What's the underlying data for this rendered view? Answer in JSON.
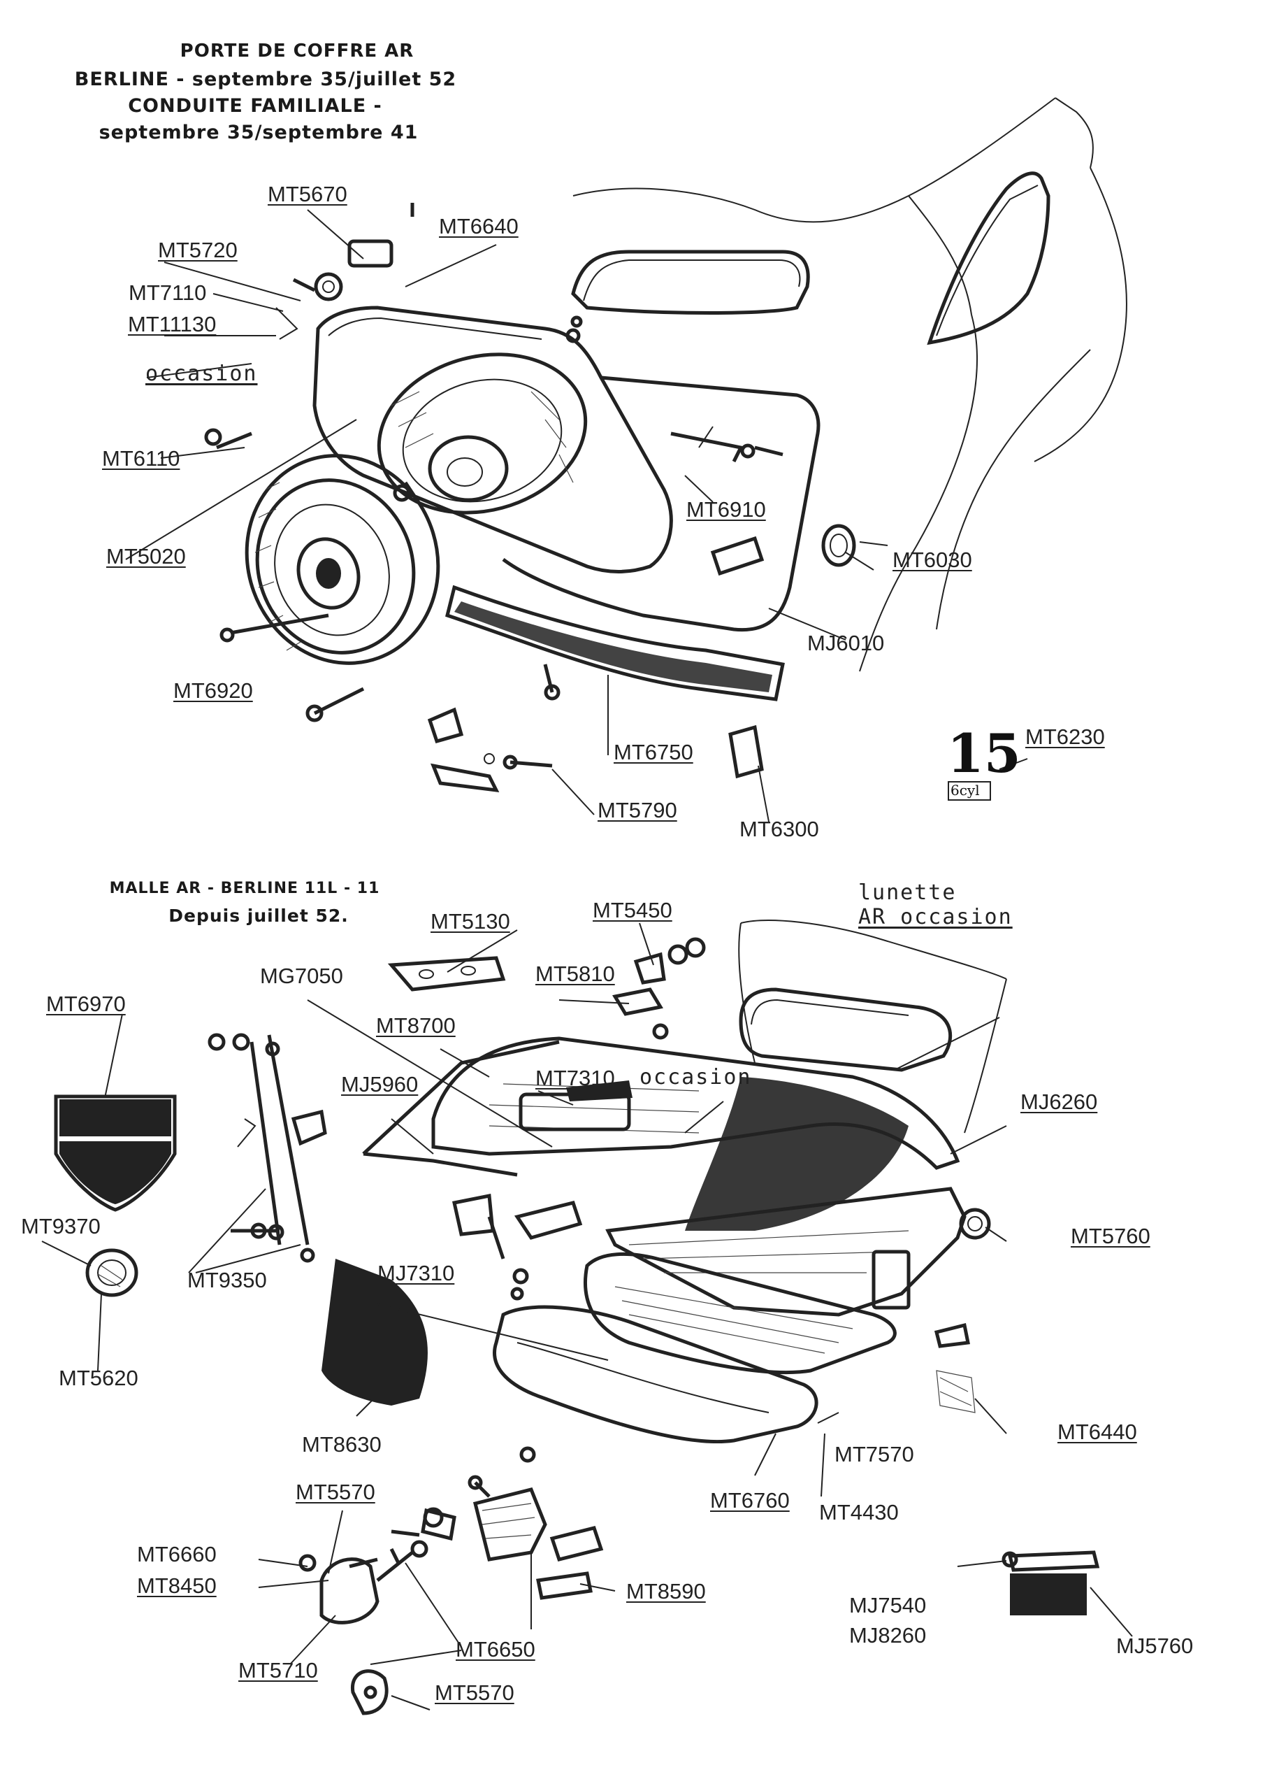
{
  "section1": {
    "title_lines": [
      "PORTE DE COFFRE AR",
      "BERLINE - septembre 35/juillet 52",
      "CONDUITE FAMILIALE -",
      "septembre 35/septembre 41"
    ]
  },
  "section2": {
    "title_lines": [
      "MALLE AR - BERLINE 11L - 11",
      "Depuis juillet 52."
    ]
  },
  "parts_top": [
    "MT5670",
    "MT6640",
    "MT5720",
    "MT7110",
    "MT11130",
    "MT6110",
    "MT5020",
    "MT6920",
    "MT6910",
    "MT6030",
    "MJ6010",
    "MT6750",
    "MT5790",
    "MT6300",
    "MT6230"
  ],
  "parts_bottom": [
    "MT5450",
    "MT5130",
    "MT5810",
    "MG7050",
    "MT6970",
    "MT8700",
    "MT7310",
    "MJ5960",
    "MJ6260",
    "MT9370",
    "MT9350",
    "MT5760",
    "MJ7310",
    "MT5620",
    "MT8630",
    "MT7570",
    "MT6440",
    "MT6760",
    "MT4430",
    "MT5570",
    "MT6660",
    "MT8450",
    "MT8590",
    "MJ7540",
    "MJ8260",
    "MT6650",
    "MJ5760",
    "MT5710",
    "MT5570"
  ],
  "notes": {
    "occasion_top": "occasion",
    "occasion_mid": "occasion",
    "lunette_line1": "lunette",
    "lunette_line2": "AR occasion"
  },
  "badge": {
    "number": "15",
    "sub": "6cyl"
  }
}
